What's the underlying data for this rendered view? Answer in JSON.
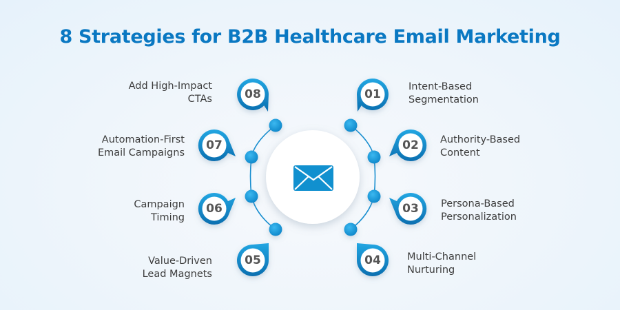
{
  "title": "8 Strategies for B2B Healthcare Email Marketing",
  "colors": {
    "title": "#0a78c2",
    "accent": "#1a9ad8",
    "accent_dark": "#0b6fb0",
    "text": "#3d3d3d",
    "number_text": "#555555",
    "background": "#eef5fb"
  },
  "center_icon": "envelope-icon",
  "strategies": [
    {
      "number": "01",
      "line1": "Intent-Based",
      "line2": "Segmentation"
    },
    {
      "number": "02",
      "line1": "Authority-Based",
      "line2": "Content"
    },
    {
      "number": "03",
      "line1": "Persona-Based",
      "line2": "Personalization"
    },
    {
      "number": "04",
      "line1": "Multi-Channel",
      "line2": "Nurturing"
    },
    {
      "number": "05",
      "line1": "Value-Driven",
      "line2": "Lead Magnets"
    },
    {
      "number": "06",
      "line1": "Campaign",
      "line2": "Timing"
    },
    {
      "number": "07",
      "line1": "Automation-First",
      "line2": "Email Campaigns"
    },
    {
      "number": "08",
      "line1": "Add High-Impact",
      "line2": "CTAs"
    }
  ]
}
